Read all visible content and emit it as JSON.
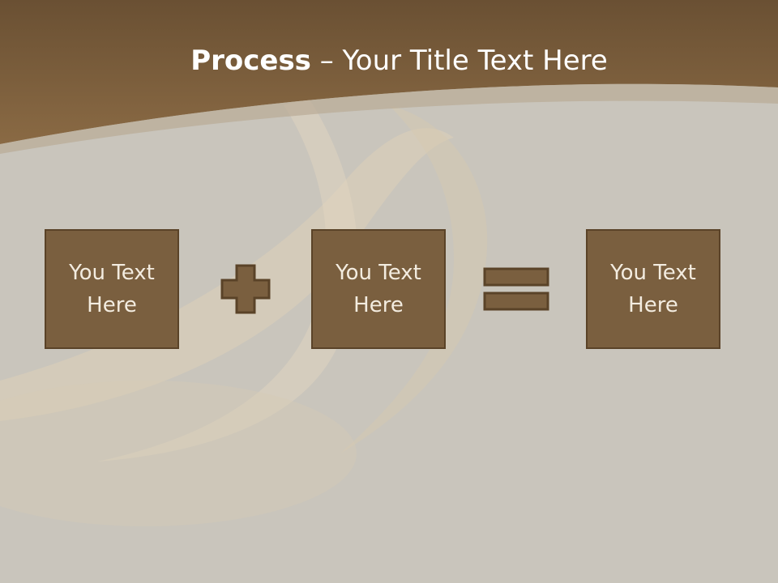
{
  "slide": {
    "title_bold": "Process",
    "title_rest": " – Your Title Text Here",
    "boxes": [
      {
        "label": "You Text Here"
      },
      {
        "label": "You Text Here"
      },
      {
        "label": "You Text Here"
      }
    ],
    "operators": [
      "plus-icon",
      "equals-icon"
    ],
    "colors": {
      "header": "#7a5f3f",
      "box_fill": "#7a5f3f",
      "box_border": "#5a4328",
      "background": "#cac6bd",
      "text": "#ffffff"
    }
  }
}
